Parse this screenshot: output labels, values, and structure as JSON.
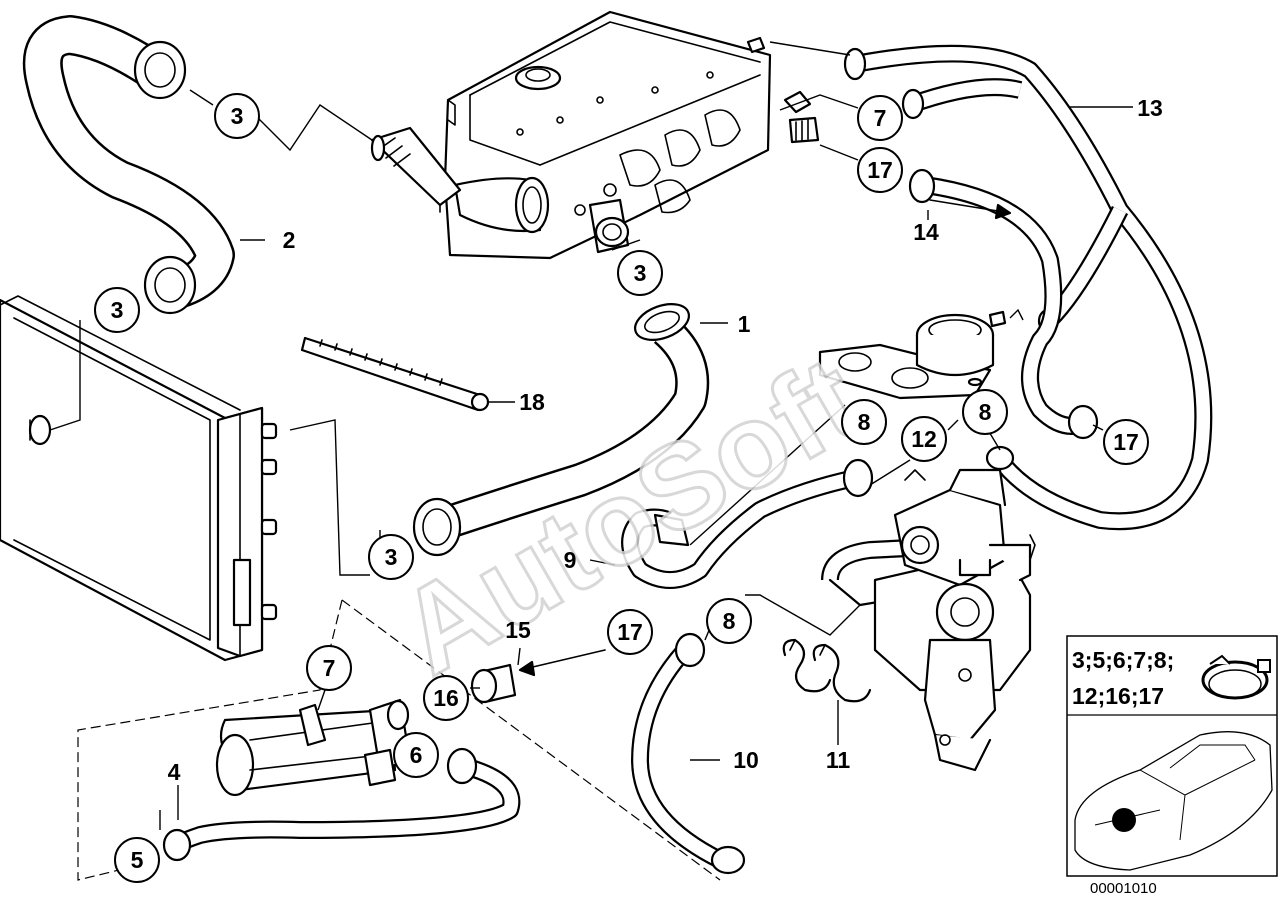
{
  "watermark": "AutoSoft",
  "diagram_code": "00001010",
  "legend_lines": [
    "3;5;6;7;8;",
    "12;16;17"
  ],
  "callouts": {
    "c3a": "3",
    "c3b": "3",
    "c3c": "3",
    "c3d": "3",
    "c7a": "7",
    "c7b": "7",
    "c17a": "17",
    "c17b": "17",
    "c17c": "17",
    "c8a": "8",
    "c8b": "8",
    "c8c": "8",
    "c12": "12",
    "c16": "16",
    "c6": "6",
    "c5": "5"
  },
  "labels": {
    "l1": "1",
    "l2": "2",
    "l4": "4",
    "l9": "9",
    "l10": "10",
    "l11": "11",
    "l13": "13",
    "l14": "14",
    "l15": "15",
    "l18": "18"
  }
}
